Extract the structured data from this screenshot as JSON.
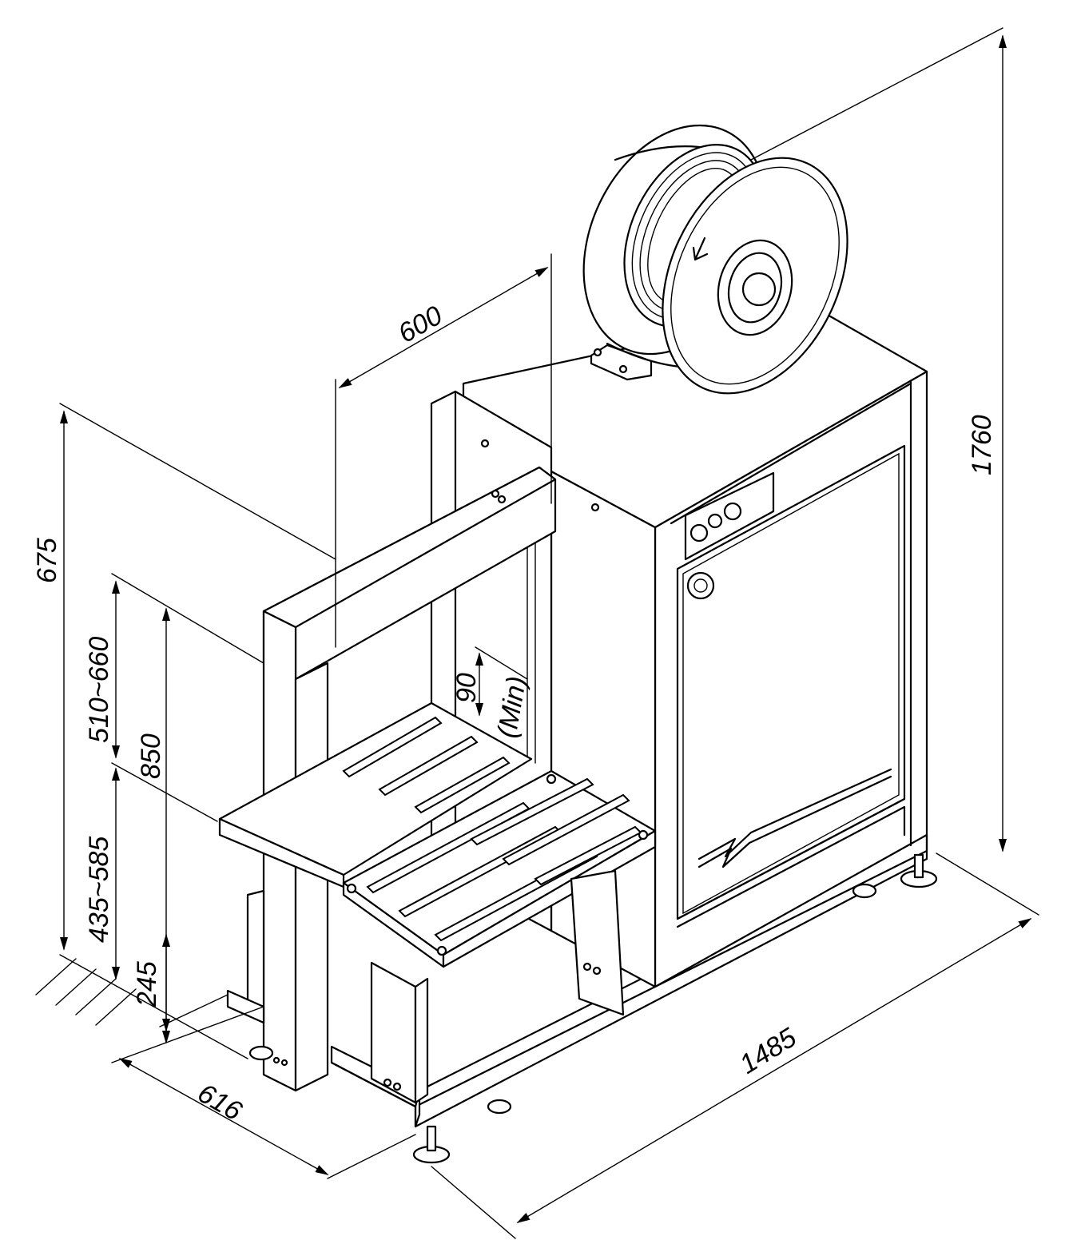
{
  "dimensions": {
    "height_total": "1760",
    "length_total": "1485",
    "width_total": "616",
    "arch_width": "600",
    "arch_height": "675",
    "table_range_upper": "510~660",
    "table_height": "850",
    "table_range_lower": "435~585",
    "base_height": "245",
    "min_clearance": "90",
    "min_label": "(Min)"
  }
}
